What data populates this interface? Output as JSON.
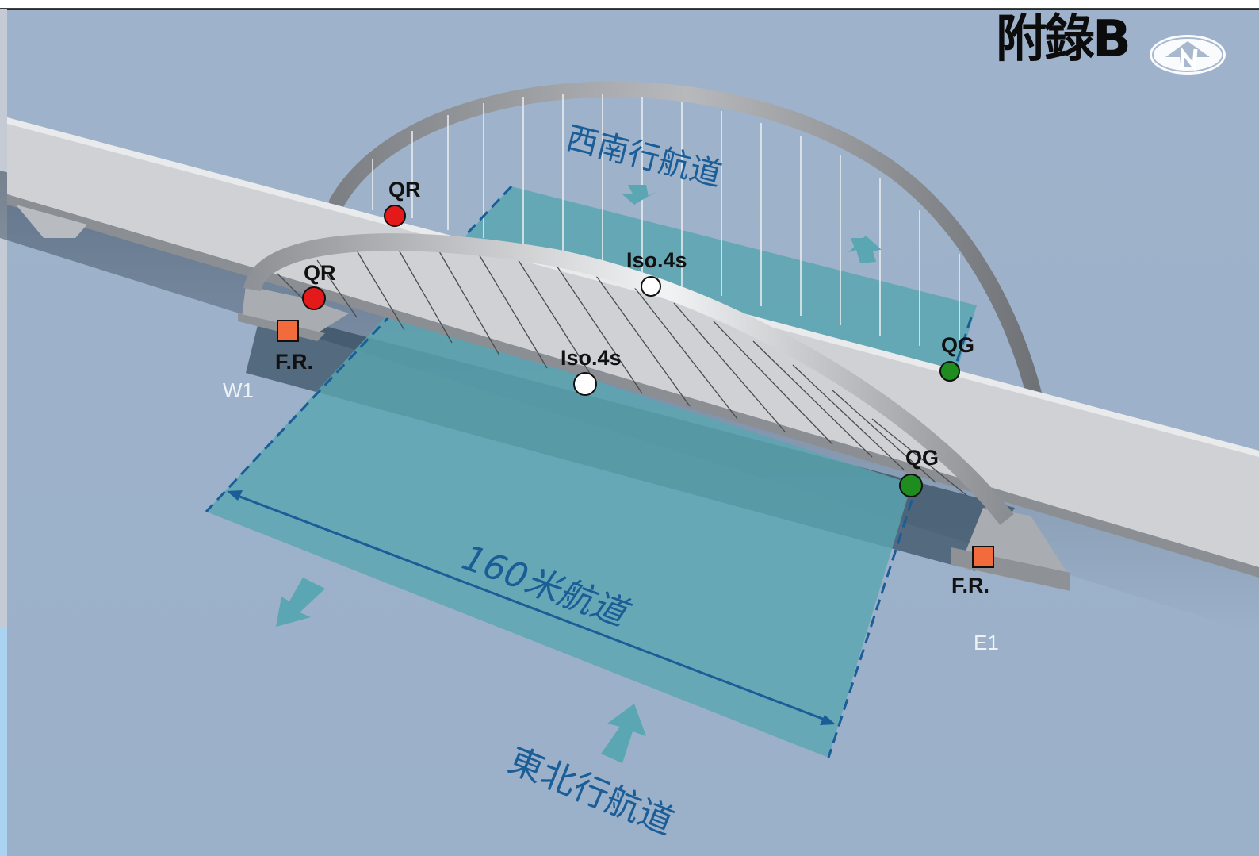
{
  "title": "附錄B",
  "north_icon": "north-arrow-icon",
  "colors": {
    "water": "#9fb2cb",
    "channel": "#5aa6b2",
    "channel_label": "#1a5d97",
    "bridge_deck": "#cfd1d4",
    "arch": "#8d8f92",
    "red_light": "#e41a1a",
    "green_light": "#1e8c1e",
    "white_light": "#ffffff",
    "fixed_red": "#f26b3d"
  },
  "lights": {
    "qr_far": "QR",
    "qr_near": "QR",
    "iso_far": "Iso.4s",
    "iso_near": "Iso.4s",
    "qg_far": "QG",
    "qg_near": "QG",
    "fr_west": "F.R.",
    "fr_east": "F.R."
  },
  "piers": {
    "west": "W1",
    "east": "E1"
  },
  "channel": {
    "southwest_label": "西南行航道",
    "width_label": "160米航道",
    "northeast_label": "東北行航道"
  }
}
